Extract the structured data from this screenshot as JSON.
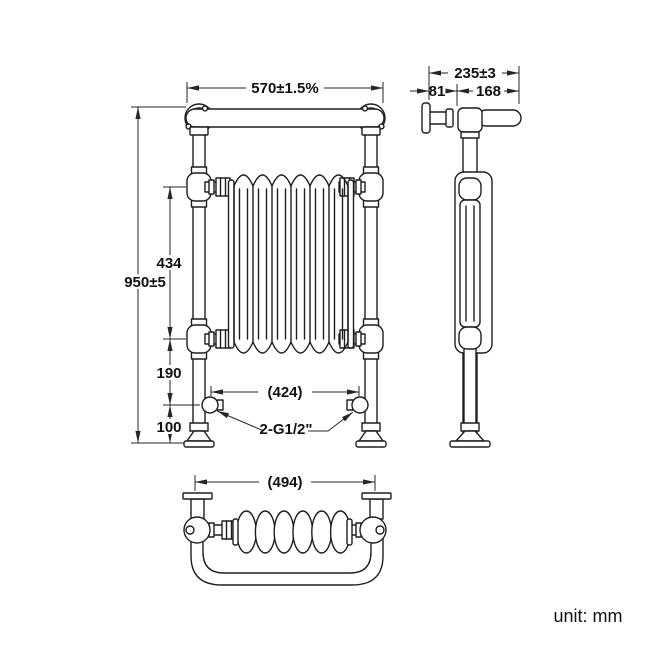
{
  "meta": {
    "unit_label": "unit: mm",
    "line_color": "#1e1e1e",
    "background": "#ffffff",
    "drawing_type": "towel-radiator dimensional drawing"
  },
  "front_view": {
    "dims": {
      "overall_width": "570±1.5%",
      "overall_height": "950±5",
      "rail_spacing": "434",
      "rail_to_valve": "190",
      "valve_height": "100",
      "valve_centres": "(424)",
      "connection_spec": "2-G1/2\""
    }
  },
  "side_view": {
    "dims": {
      "overall_depth": "235±3",
      "wall_to_pipe": "81",
      "bar_projection": "168"
    }
  },
  "plan_view": {
    "dims": {
      "overall_width": "(494)"
    }
  }
}
